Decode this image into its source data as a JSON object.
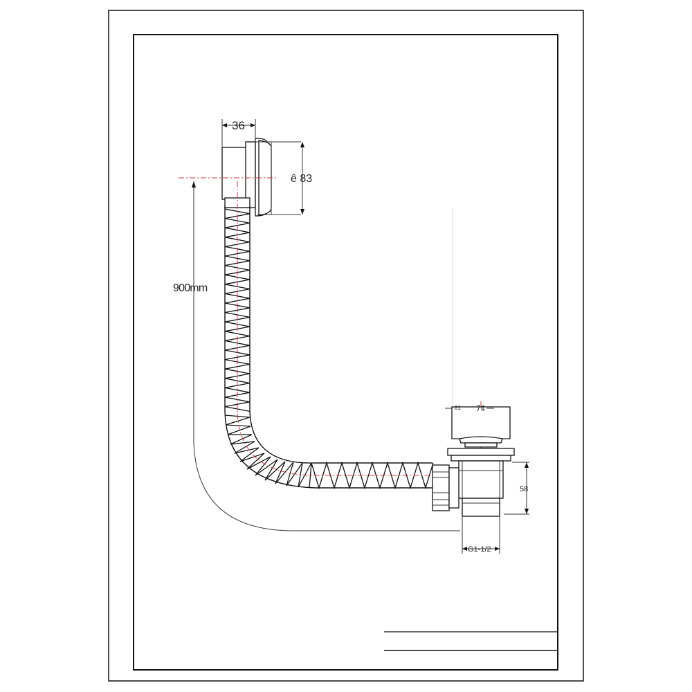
{
  "drawing": {
    "dimensions": {
      "overflow_width": "36",
      "overflow_diameter": "ê 83",
      "hose_length": "900mm",
      "waste_top_small": "81",
      "waste_top": "7¢",
      "waste_height": "58",
      "thread": "G1-1/2"
    }
  },
  "title_block": {
    "row1": "",
    "row2": ""
  },
  "colors": {
    "line": "#111111",
    "centerline": "#d43a3a",
    "paper": "#ffffff"
  }
}
